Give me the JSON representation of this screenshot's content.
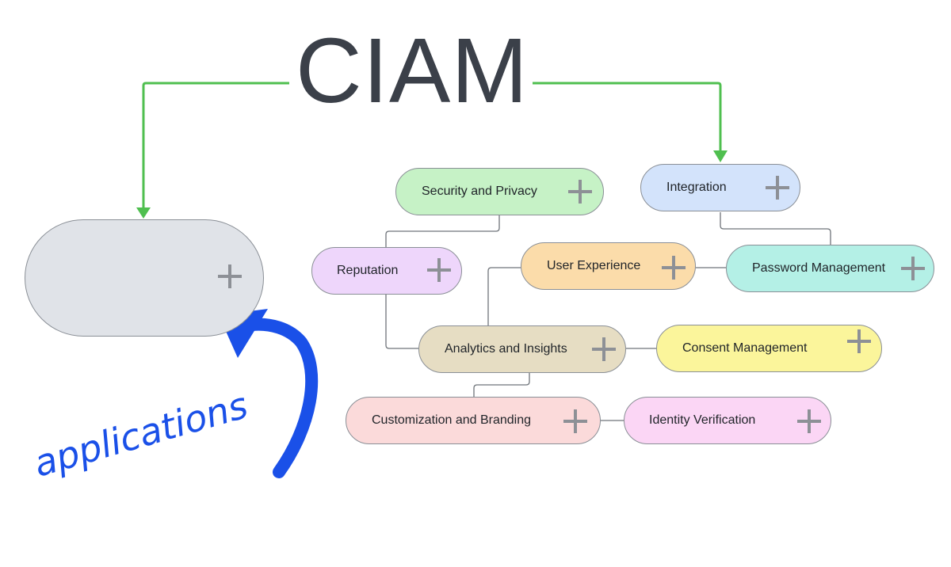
{
  "title": "CIAM",
  "annotation": "applications",
  "colors": {
    "arrow_green": "#4fbf4f",
    "arrow_blue": "#1a50e8",
    "connector": "#6f747a"
  },
  "central_node": {
    "label": "",
    "color": "#e0e3e8"
  },
  "nodes": [
    {
      "id": "security",
      "label": "Security and Privacy",
      "color": "#c6f2c6"
    },
    {
      "id": "integration",
      "label": "Integration",
      "color": "#d3e3fb"
    },
    {
      "id": "reputation",
      "label": "Reputation",
      "color": "#eed6fb"
    },
    {
      "id": "ux",
      "label": "User Experience",
      "color": "#fbdcaa"
    },
    {
      "id": "password",
      "label": "Password Management",
      "color": "#b4f0e6"
    },
    {
      "id": "analytics",
      "label": "Analytics and Insights",
      "color": "#e6ddc3"
    },
    {
      "id": "consent",
      "label": "Consent Management",
      "color": "#fbf59b"
    },
    {
      "id": "custom",
      "label": "Customization and Branding",
      "color": "#fbdada"
    },
    {
      "id": "identity",
      "label": "Identity Verification",
      "color": "#fbd6f5"
    }
  ],
  "icons": {
    "expand": "plus-icon"
  }
}
